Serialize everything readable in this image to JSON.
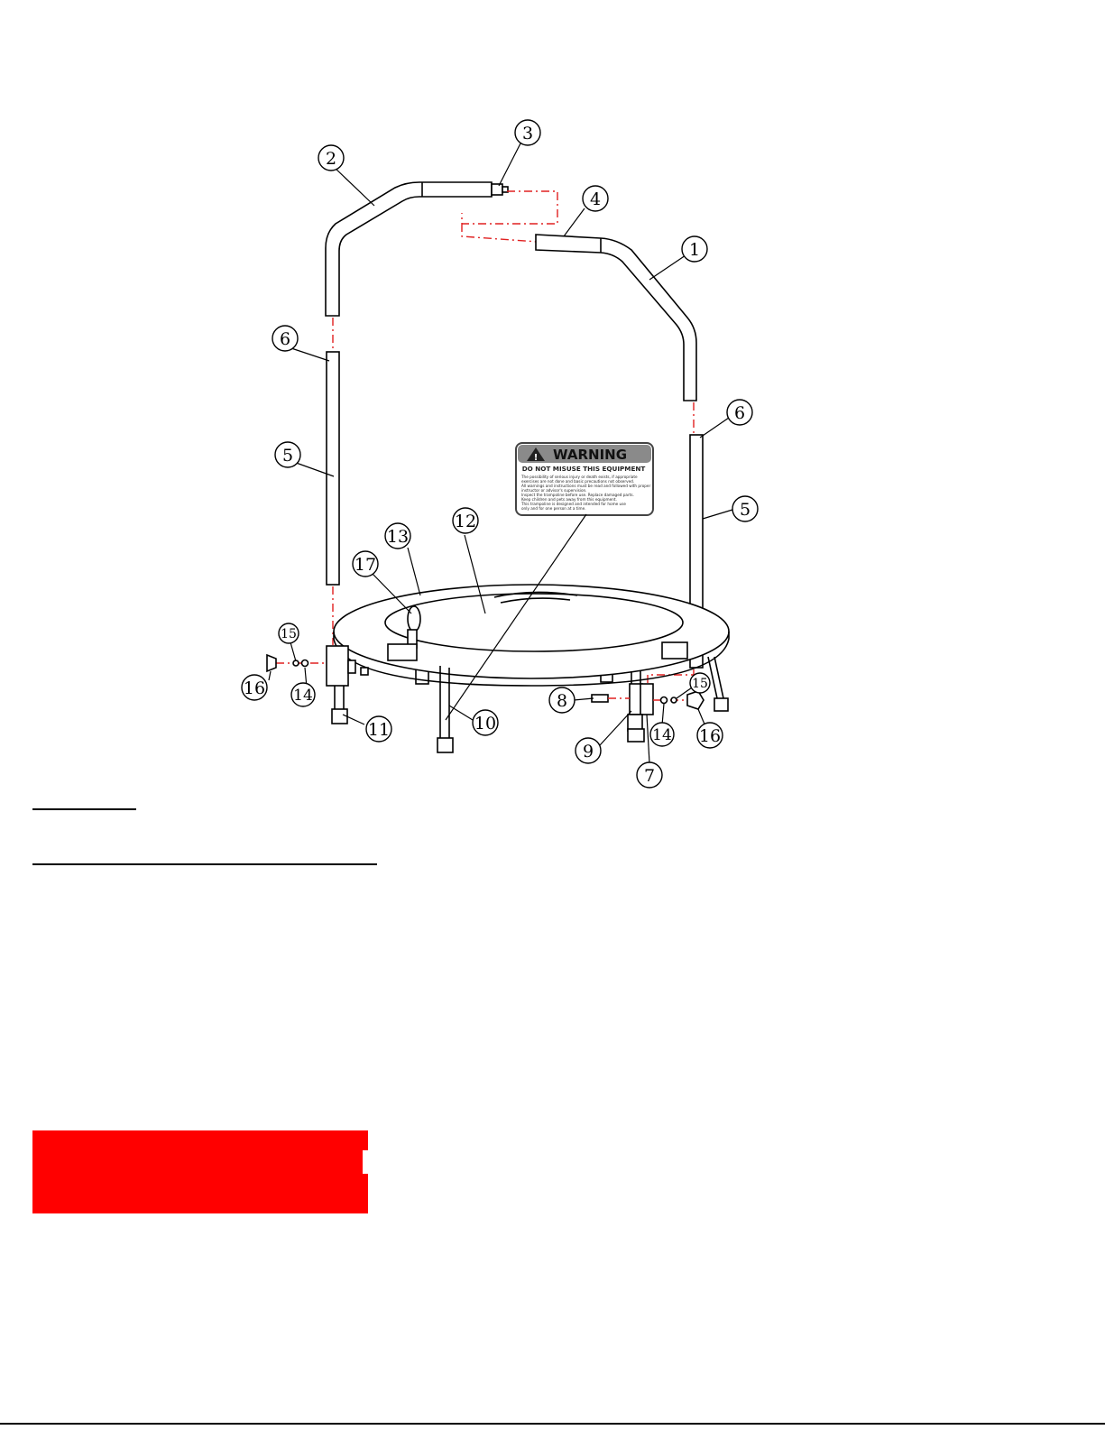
{
  "callouts": [
    {
      "id": "c1",
      "label": "1"
    },
    {
      "id": "c2",
      "label": "2"
    },
    {
      "id": "c3",
      "label": "3"
    },
    {
      "id": "c4",
      "label": "4"
    },
    {
      "id": "c5a",
      "label": "5"
    },
    {
      "id": "c5b",
      "label": "5"
    },
    {
      "id": "c6a",
      "label": "6"
    },
    {
      "id": "c6b",
      "label": "6"
    },
    {
      "id": "c7",
      "label": "7"
    },
    {
      "id": "c8",
      "label": "8"
    },
    {
      "id": "c9",
      "label": "9"
    },
    {
      "id": "c10",
      "label": "10"
    },
    {
      "id": "c11",
      "label": "11"
    },
    {
      "id": "c12",
      "label": "12"
    },
    {
      "id": "c13",
      "label": "13"
    },
    {
      "id": "c14a",
      "label": "14"
    },
    {
      "id": "c14b",
      "label": "14"
    },
    {
      "id": "c15a",
      "label": "15"
    },
    {
      "id": "c15b",
      "label": "15"
    },
    {
      "id": "c16a",
      "label": "16"
    },
    {
      "id": "c16b",
      "label": "16"
    },
    {
      "id": "c17",
      "label": "17"
    }
  ],
  "warning_label": {
    "title": "WARNING",
    "subtitle": "DO NOT MISUSE THIS EQUIPMENT",
    "lines": [
      "The possibility of serious injury or death exists, if appropriate",
      "exercises are not done and basic precautions not observed.",
      "All warnings and instructions must be read and followed with proper",
      "instructor or advisor's supervision.",
      "Inspect the trampoline before use. Replace damaged parts.",
      "Keep children and pets away from this equipment.",
      "This trampoline is designed and intended for home use",
      "only and for one person at a time."
    ]
  },
  "colors": {
    "accent_red": "#ff0000",
    "assembly_line_red": "#e02020"
  }
}
